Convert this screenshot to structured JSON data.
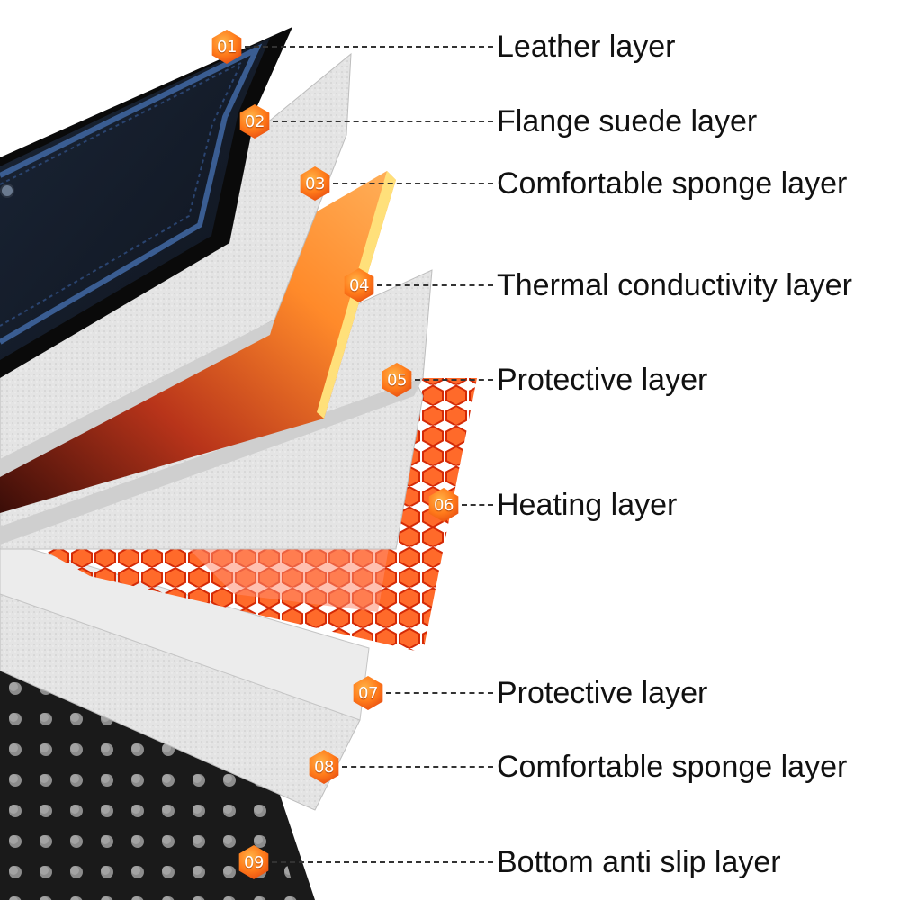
{
  "layers": [
    {
      "number": "01",
      "label": "Leather layer"
    },
    {
      "number": "02",
      "label": "Flange suede layer"
    },
    {
      "number": "03",
      "label": "Comfortable sponge layer"
    },
    {
      "number": "04",
      "label": "Thermal conductivity layer"
    },
    {
      "number": "05",
      "label": "Protective layer"
    },
    {
      "number": "06",
      "label": "Heating layer"
    },
    {
      "number": "07",
      "label": "Protective layer"
    },
    {
      "number": "08",
      "label": "Comfortable sponge layer"
    },
    {
      "number": "09",
      "label": "Bottom anti slip layer"
    }
  ],
  "colors": {
    "badge": "#ff7a1a",
    "leather": "#1c2433",
    "leather_trim": "#2c4a78",
    "sponge": "#ff9a2e",
    "heating": "#ff4a1a",
    "felt": "#d9d9d9",
    "base": "#7a7a7a"
  }
}
